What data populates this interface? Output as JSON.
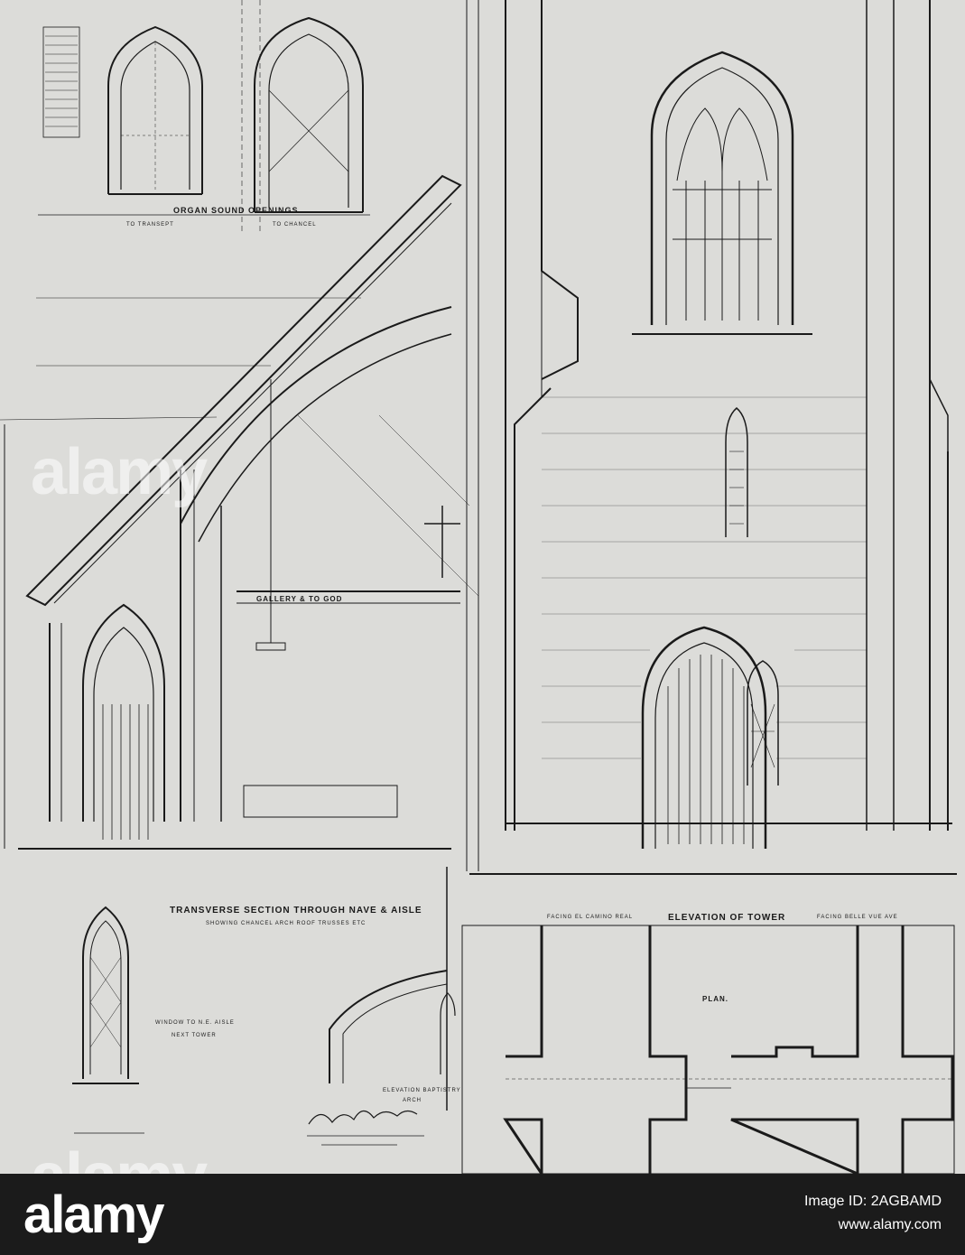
{
  "labels": {
    "organ_sound_openings": "ORGAN SOUND OPENINGS",
    "to_transept": "TO TRANSEPT",
    "to_chancel": "TO CHANCEL",
    "gallery_note": "GALLERY & TO GOD",
    "transverse_section": "TRANSVERSE SECTION THROUGH NAVE & AISLE",
    "showing_chancel": "SHOWING CHANCEL ARCH ROOF TRUSSES ETC",
    "facing_camino": "FACING EL CAMINO REAL",
    "elevation_tower": "ELEVATION OF TOWER",
    "facing_belle": "FACING BELLE VUE AVE",
    "plan": "PLAN.",
    "window_aisle": "WINDOW TO N.E. AISLE",
    "next_tower": "NEXT TOWER",
    "elevation_baptistry": "ELEVATION BAPTISTRY",
    "arch": "ARCH"
  },
  "watermarks": {
    "mid": "alamy",
    "bottom": "alamy"
  },
  "footer": {
    "logo": "alamy",
    "image_id": "Image ID: 2AGBAMD",
    "url": "www.alamy.com"
  },
  "colors": {
    "paper": "#dcdcd9",
    "ink": "#1a1a1a",
    "footer_bg": "#1b1b1b"
  }
}
